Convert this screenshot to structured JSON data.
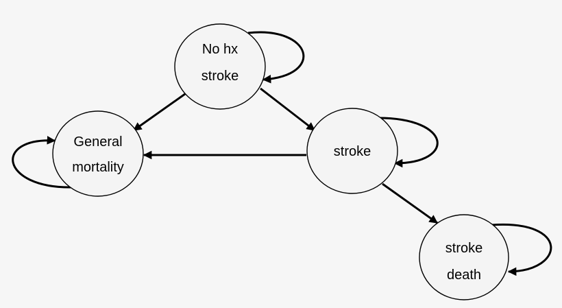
{
  "diagram": {
    "nodes": {
      "no_hx_stroke": {
        "line1": "No hx",
        "line2": "stroke"
      },
      "general_mortality": {
        "line1": "General",
        "line2": "mortality"
      },
      "stroke": {
        "label": "stroke"
      },
      "stroke_death": {
        "line1": "stroke",
        "line2": "death"
      }
    },
    "edges": [
      {
        "from": "no_hx_stroke",
        "to": "no_hx_stroke"
      },
      {
        "from": "no_hx_stroke",
        "to": "general_mortality"
      },
      {
        "from": "no_hx_stroke",
        "to": "stroke"
      },
      {
        "from": "stroke",
        "to": "stroke"
      },
      {
        "from": "stroke",
        "to": "general_mortality"
      },
      {
        "from": "stroke",
        "to": "stroke_death"
      },
      {
        "from": "general_mortality",
        "to": "general_mortality"
      },
      {
        "from": "stroke_death",
        "to": "stroke_death"
      }
    ]
  }
}
